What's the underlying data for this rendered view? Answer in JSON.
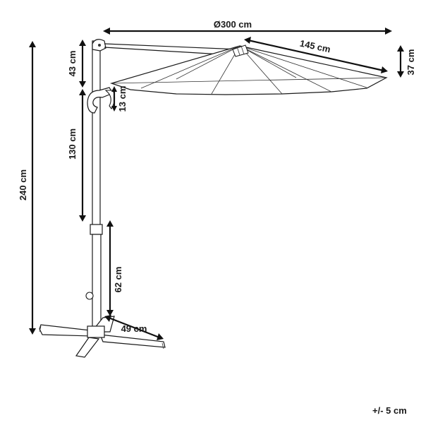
{
  "dimensions": {
    "diameter": "Ø300 cm",
    "arm_length": "145 cm",
    "canopy_drop": "37 cm",
    "top_section": "43 cm",
    "handle_offset": "13 cm",
    "clearance": "130 cm",
    "total_height": "240 cm",
    "lower_pole": "62 cm",
    "base_width": "49 cm"
  },
  "tolerance": "+/- 5 cm"
}
